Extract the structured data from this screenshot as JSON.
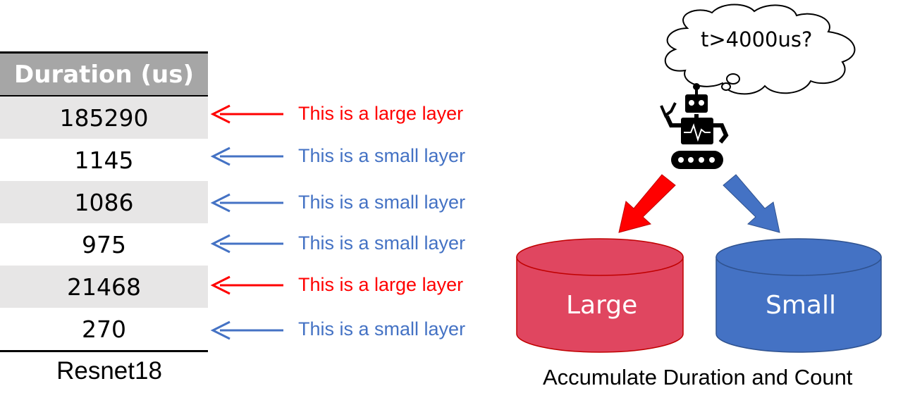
{
  "table": {
    "header": "Duration (us)",
    "rows": [
      "185290",
      "1145",
      "1086",
      "975",
      "21468",
      "270"
    ],
    "caption": "Resnet18"
  },
  "annotations": [
    {
      "text": "This is a large layer",
      "kind": "large"
    },
    {
      "text": "This is a small layer",
      "kind": "small"
    },
    {
      "text": "This is a small layer",
      "kind": "small"
    },
    {
      "text": "This is a small layer",
      "kind": "small"
    },
    {
      "text": "This is a large layer",
      "kind": "large"
    },
    {
      "text": "This is a small layer",
      "kind": "small"
    }
  ],
  "colors": {
    "large": "#ff0000",
    "small": "#4472c4",
    "large_bucket": "#e04660",
    "small_bucket": "#4472c4"
  },
  "thought": "t>4000us?",
  "robot_icon": "robot-icon",
  "buckets": {
    "large": "Large",
    "small": "Small"
  },
  "caption_right": "Accumulate Duration and Count"
}
